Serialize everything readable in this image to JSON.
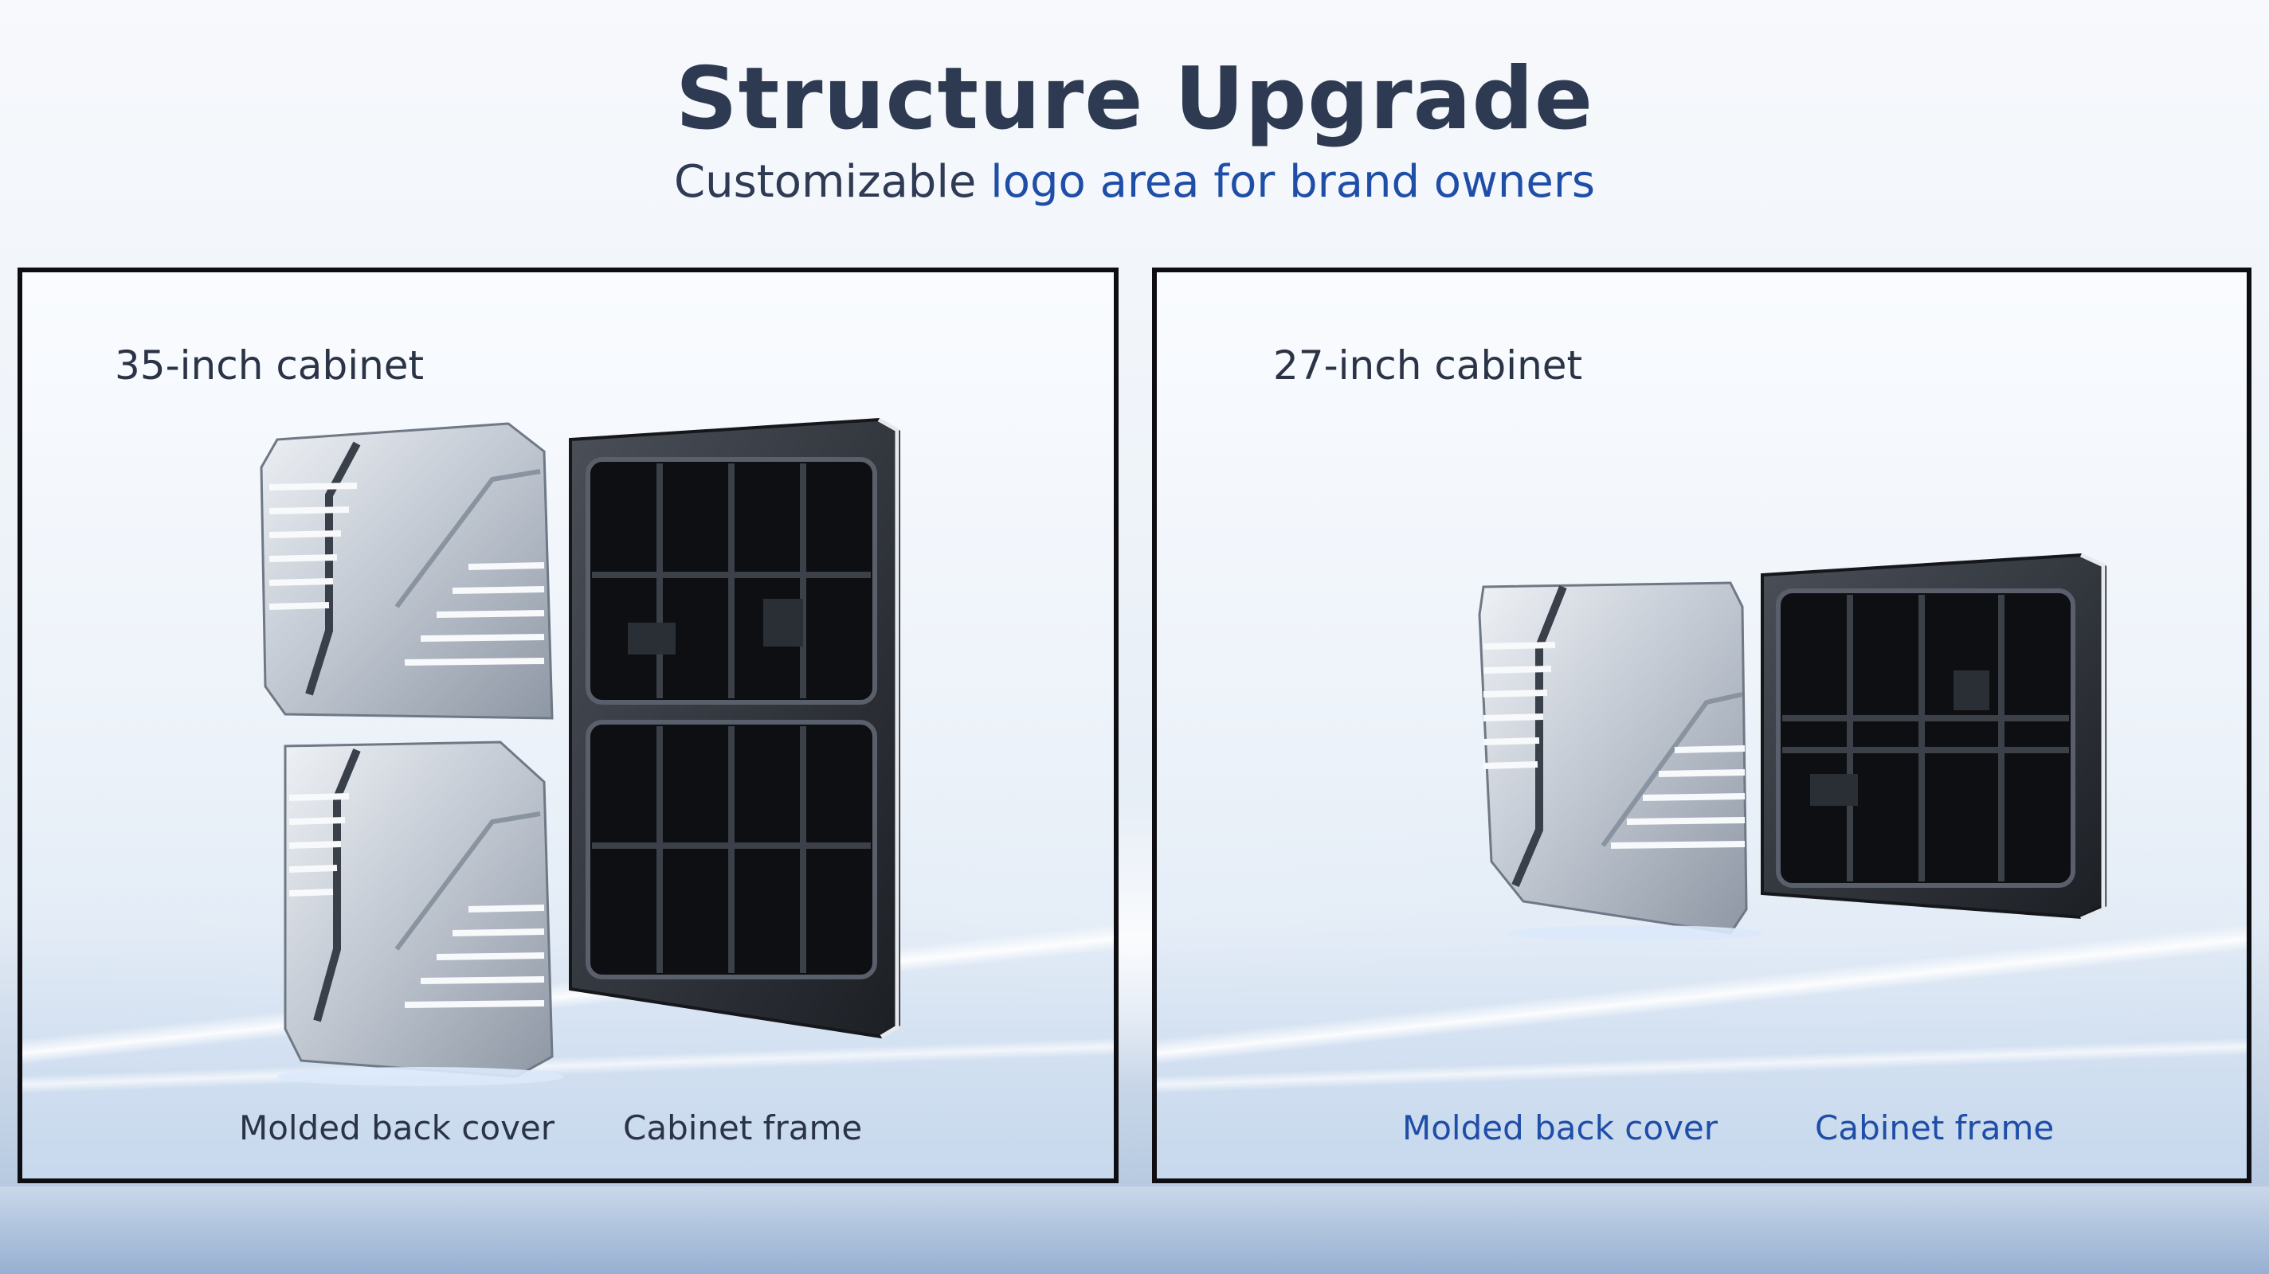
{
  "header": {
    "title": "Structure Upgrade",
    "subtitle_prefix": "Customizable",
    "subtitle_accent": "logo area for brand owners"
  },
  "panels": [
    {
      "label": "35-inch cabinet",
      "captions": [
        "Molded back cover",
        "Cabinet frame"
      ]
    },
    {
      "label": "27-inch cabinet",
      "captions": [
        "Molded back cover",
        "Cabinet frame"
      ]
    }
  ],
  "colors": {
    "title": "#2d3a52",
    "accent": "#1f4ea8",
    "border": "#0e0e12",
    "cover_silver": "#c9cfd8",
    "frame_dark": "#2a2d33"
  }
}
